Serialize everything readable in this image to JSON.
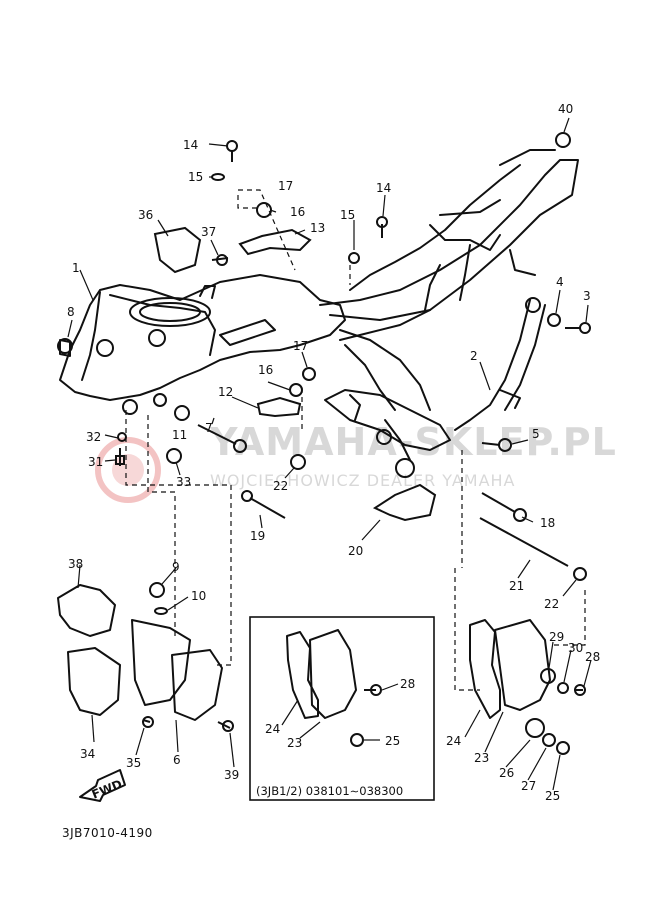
{
  "drawing_code": "3JB7010-4190",
  "watermark": {
    "main": "YAMAHA-SKLEP.PL",
    "sub": "WOJCIECHOWICZ DEALER YAMAHA"
  },
  "inset_caption": "(3JB1/2) 038101∼038300",
  "forward_label": "FWD",
  "callouts": [
    {
      "n": "1",
      "id": "callout-1"
    },
    {
      "n": "2",
      "id": "callout-2"
    },
    {
      "n": "3",
      "id": "callout-3"
    },
    {
      "n": "4",
      "id": "callout-4"
    },
    {
      "n": "5",
      "id": "callout-5"
    },
    {
      "n": "6",
      "id": "callout-6"
    },
    {
      "n": "7",
      "id": "callout-7"
    },
    {
      "n": "8",
      "id": "callout-8"
    },
    {
      "n": "9",
      "id": "callout-9"
    },
    {
      "n": "10",
      "id": "callout-10"
    },
    {
      "n": "11",
      "id": "callout-11"
    },
    {
      "n": "12",
      "id": "callout-12"
    },
    {
      "n": "13",
      "id": "callout-13"
    },
    {
      "n": "14",
      "id": "callout-14a"
    },
    {
      "n": "14",
      "id": "callout-14b"
    },
    {
      "n": "15",
      "id": "callout-15a"
    },
    {
      "n": "15",
      "id": "callout-15b"
    },
    {
      "n": "16",
      "id": "callout-16a"
    },
    {
      "n": "16",
      "id": "callout-16b"
    },
    {
      "n": "17",
      "id": "callout-17a"
    },
    {
      "n": "17",
      "id": "callout-17b"
    },
    {
      "n": "18",
      "id": "callout-18"
    },
    {
      "n": "19",
      "id": "callout-19"
    },
    {
      "n": "20",
      "id": "callout-20"
    },
    {
      "n": "21",
      "id": "callout-21"
    },
    {
      "n": "22",
      "id": "callout-22a"
    },
    {
      "n": "22",
      "id": "callout-22b"
    },
    {
      "n": "23",
      "id": "callout-23a"
    },
    {
      "n": "23",
      "id": "callout-23b"
    },
    {
      "n": "24",
      "id": "callout-24a"
    },
    {
      "n": "24",
      "id": "callout-24b"
    },
    {
      "n": "25",
      "id": "callout-25a"
    },
    {
      "n": "25",
      "id": "callout-25b"
    },
    {
      "n": "26",
      "id": "callout-26"
    },
    {
      "n": "27",
      "id": "callout-27"
    },
    {
      "n": "28",
      "id": "callout-28a"
    },
    {
      "n": "28",
      "id": "callout-28b"
    },
    {
      "n": "29",
      "id": "callout-29"
    },
    {
      "n": "30",
      "id": "callout-30"
    },
    {
      "n": "31",
      "id": "callout-31"
    },
    {
      "n": "32",
      "id": "callout-32"
    },
    {
      "n": "33",
      "id": "callout-33"
    },
    {
      "n": "34",
      "id": "callout-34"
    },
    {
      "n": "35",
      "id": "callout-35"
    },
    {
      "n": "36",
      "id": "callout-36"
    },
    {
      "n": "37",
      "id": "callout-37"
    },
    {
      "n": "38",
      "id": "callout-38"
    },
    {
      "n": "39",
      "id": "callout-39"
    },
    {
      "n": "40",
      "id": "callout-40"
    }
  ]
}
